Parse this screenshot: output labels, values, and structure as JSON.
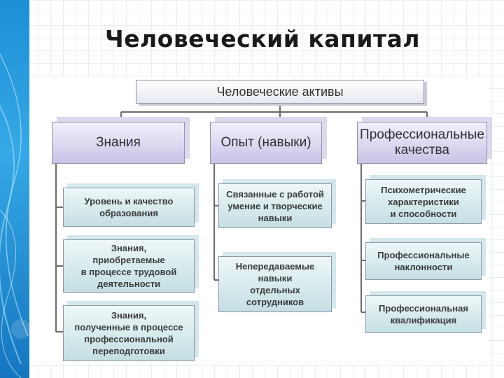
{
  "slide": {
    "title": "Человеческий капитал"
  },
  "tree": {
    "root": "Человеческие активы",
    "columns": [
      {
        "label": "Знания",
        "items": [
          "Уровень и качество\nобразования",
          "Знания,\nприобретаемые\nв процессе трудовой\nдеятельности",
          "Знания,\nполученные в процессе\nпрофессиональной\nпереподготовки"
        ]
      },
      {
        "label": "Опыт (навыки)",
        "items": [
          "Связанные с работой\nумение и творческие\nнавыки",
          "Непередаваемые\nнавыки\nотдельных\nсотрудников"
        ]
      },
      {
        "label": "Профессиональные\nкачества",
        "items": [
          "Психометрические\nхарактеристики\nи способности",
          "Профессиональные\nнаклонности",
          "Профессиональная\nквалификация"
        ]
      }
    ]
  }
}
